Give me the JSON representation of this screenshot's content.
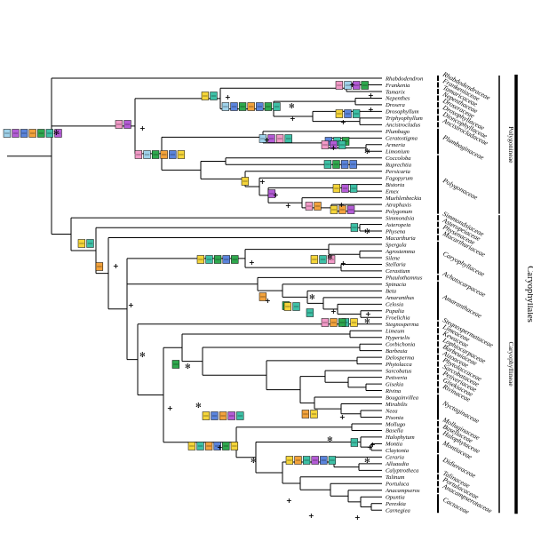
{
  "taxa": [
    "Rhabdodendron",
    "Frankenia",
    "Tamarix",
    "Nepenthes",
    "Drosera",
    "Drosophyllum",
    "Triphyophyllum",
    "Ancistrocladus",
    "Plumbago",
    "Ceratostigma",
    "Armeria",
    "Limonium",
    "Coccoloba",
    "Ruprechtia",
    "Persicaria",
    "Fagopyrum",
    "Bistorta",
    "Emex",
    "Muehlenbeckia",
    "Atraphaxis",
    "Polygonum",
    "Simmondsia",
    "Asteropeia",
    "Physena",
    "Macarthuria",
    "Spergula",
    "Agrostemma",
    "Silene",
    "Stellaria",
    "Cerastium",
    "Phaulothamnus",
    "Spinacia",
    "Beta",
    "Amaranthus",
    "Celosia",
    "Pupalia",
    "Froelichia",
    "Stegnosperma",
    "Limeum",
    "Hypertelis",
    "Corbichonia",
    "Barbeuia",
    "Delosperma",
    "Phytolacca",
    "Sarcobatus",
    "Petiveria",
    "Gisekia",
    "Rivina",
    "Bougainvillea",
    "Mirabilis",
    "Neea",
    "Pisonia",
    "Mollugo",
    "Basella",
    "Halophytum",
    "Montia",
    "Claytonia",
    "Ceraria",
    "Alluaudia",
    "Calyptrotheca",
    "Talinum",
    "Portulaca",
    "Anacampseros",
    "Opuntia",
    "Pereskia",
    "Carnegiea"
  ],
  "families": [
    "Rhabdodendraceae",
    "Frankeniaceae",
    "Tamaricaceae",
    "Nepenthaceae",
    "Droseraceae",
    "Drosophyllaceae",
    "Dioncophyllaceae",
    "Ancistrocladaceae",
    "Plumbaginaceae",
    "Polygonaceae",
    "Simmondsiaceae",
    "Asteropeiaceae",
    "Physenaceae",
    "Macarthuriaceae",
    "Caryophyllaceae",
    "Achatocarpaceae",
    "Amaranthaceae",
    "Stegnospermataceae",
    "Limeaceae",
    "Kewaceae",
    "Lophiocarpaceae",
    "Barbeuiaceae",
    "Aizoaceae",
    "Phytolaccaceae",
    "Sarcobataceae",
    "Petiveriaceae",
    "Gisekiaceae",
    "Rivinaceae",
    "Nyctaginaceae",
    "Molluginaceae",
    "Basellaceae",
    "Halophytaceae",
    "Montiaceae",
    "Didiereaceae",
    "Talinaceae",
    "Portulacaceae",
    "Anacampserotaceae",
    "Cactaceae"
  ],
  "clades": {
    "polygonineae": "Polygonineae",
    "caryophyllineae": "Caryophyllineae",
    "order": "Caryophyllales"
  },
  "symbols": {
    "plus": "+",
    "asterisk": "✻"
  },
  "colors": {
    "yellow": "#f5d53a",
    "orange": "#f2a23c",
    "pink": "#f29ac7",
    "purple": "#b45cd6",
    "blue": "#5b84dc",
    "green": "#2fa84e",
    "teal": "#3ec0a6",
    "lightblue": "#9fd2ea",
    "black": "#111111"
  },
  "marker_groups": [
    [
      "lightblue",
      "purple",
      "blue",
      "orange",
      "green",
      "teal",
      "purple"
    ],
    [
      "yellow",
      "teal"
    ],
    [
      "pink",
      "purple"
    ],
    [
      "lightblue",
      "blue",
      "green",
      "orange",
      "blue",
      "green",
      "teal"
    ],
    [
      "pink",
      "lightblue",
      "purple",
      "green"
    ],
    [
      "yellow",
      "blue",
      "teal"
    ],
    [
      "lightblue",
      "purple",
      "pink",
      "teal"
    ],
    [
      "blue",
      "teal",
      "green"
    ],
    [
      "pink",
      "lightblue",
      "green",
      "orange",
      "blue",
      "yellow"
    ],
    [
      "pink",
      "purple",
      "teal"
    ],
    [
      "teal",
      "green",
      "blue",
      "blue"
    ],
    [
      "yellow"
    ],
    [
      "purple"
    ],
    [
      "yellow",
      "purple",
      "teal"
    ],
    [
      "pink",
      "orange"
    ],
    [
      "yellow",
      "orange",
      "purple"
    ],
    [
      "yellow",
      "teal"
    ],
    [
      "orange"
    ],
    [
      "yellow",
      "teal",
      "green",
      "blue",
      "green"
    ],
    [
      "orange"
    ],
    [
      "yellow",
      "teal",
      "pink"
    ],
    [
      "green"
    ],
    [
      "yellow",
      "teal"
    ],
    [
      "teal"
    ],
    [
      "teal",
      "yellow"
    ],
    [
      "pink",
      "orange",
      "green"
    ],
    [
      "teal"
    ],
    [
      "green"
    ],
    [
      "yellow",
      "blue",
      "orange",
      "purple",
      "teal"
    ],
    [
      "orange",
      "yellow"
    ],
    [
      "yellow",
      "teal",
      "orange",
      "blue",
      "green",
      "yellow"
    ],
    [
      "yellow",
      "orange",
      "teal",
      "purple",
      "blue",
      "teal"
    ],
    [
      "teal"
    ]
  ]
}
